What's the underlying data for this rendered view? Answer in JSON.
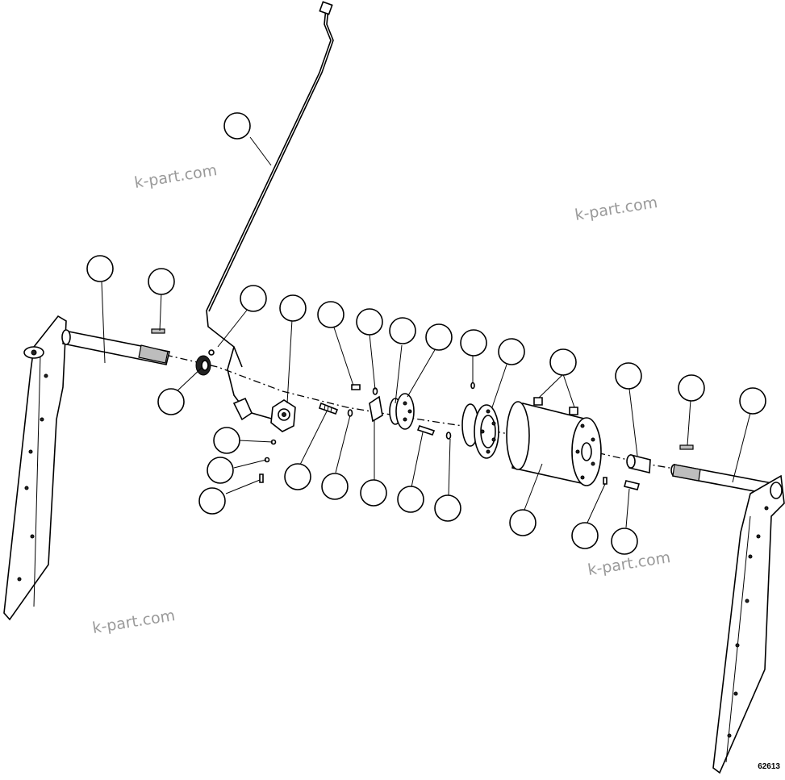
{
  "watermarks": [
    "k-part.com",
    "k-part.com",
    "k-part.com",
    "k-part.com"
  ],
  "figure_number": "62613",
  "callout_count": 27
}
